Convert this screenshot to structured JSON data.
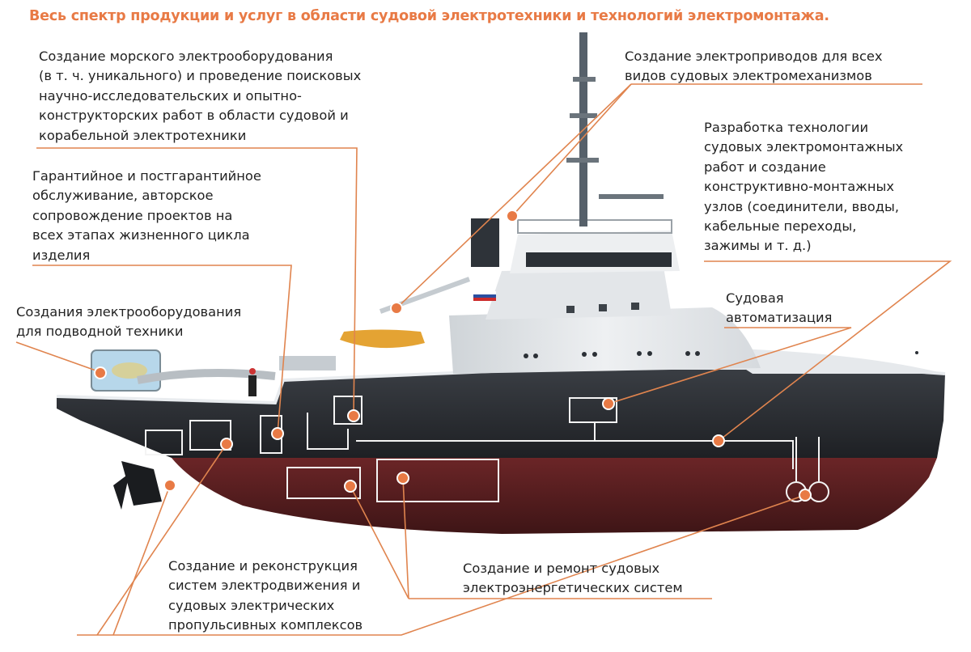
{
  "title": "Весь спектр продукции и услуг в области судовой электротехники и технологий электромонтажа.",
  "colors": {
    "accent": "#e87a45",
    "leader": "#e0844e",
    "hull_red": "#5b2022",
    "hull_dark": "#26292d",
    "superstructure": "#e4e7ea",
    "line_white": "#f4f4f4"
  },
  "callouts": {
    "research": [
      "Создание морского электрооборудования",
      "(в т. ч. уникального) и проведение поисковых",
      "научно-исследовательских и опытно-",
      "конструкторских работ в области судовой и",
      "корабельной электротехники"
    ],
    "service": [
      "Гарантийное и постгарантийное",
      "обслуживание, авторское",
      "сопровождение проектов на",
      "всех этапах жизненного цикла",
      "изделия"
    ],
    "underwater": [
      "Создания электрооборудования",
      "для подводной техники"
    ],
    "drives": [
      "Создание электроприводов для всех",
      "видов судовых электромеханизмов"
    ],
    "mounting": [
      "Разработка технологии",
      "судовых электромонтажных",
      "работ  и создание",
      "конструктивно-монтажных",
      "узлов (соединители, вводы,",
      "кабельные переходы,",
      "зажимы и т. д.)"
    ],
    "automation": [
      "Судовая",
      "автоматизация"
    ],
    "propulsion": [
      "Создание и реконструкция",
      "систем электродвижения и",
      "судовых электрических",
      "пропульсивных  комплексов"
    ],
    "power": [
      "Создание и ремонт судовых",
      "электроэнергетических систем"
    ]
  }
}
